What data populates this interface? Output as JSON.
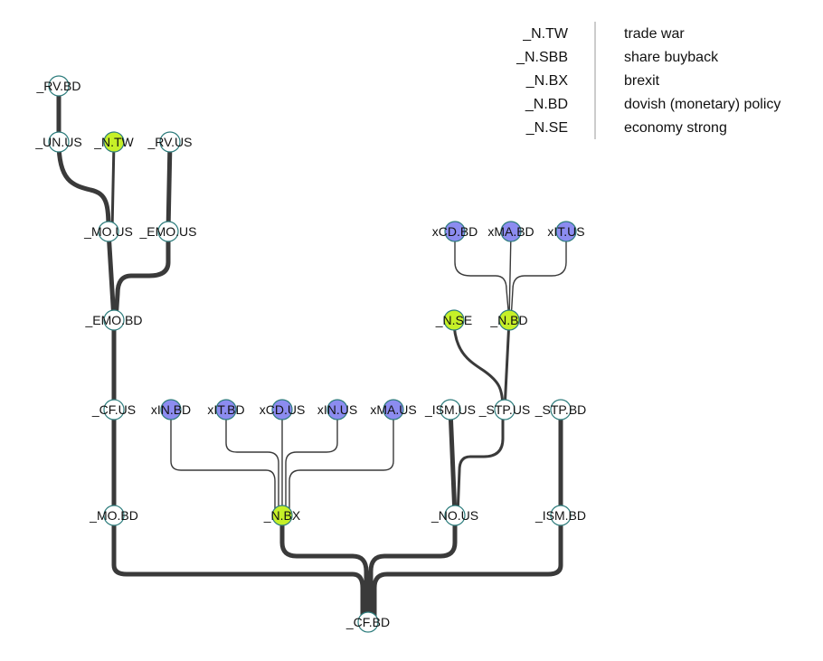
{
  "colors": {
    "edge": "#3a3a3a",
    "node_plain_fill": "#ffffff",
    "node_stroke": "#2e7d7d",
    "node_event_fill": "#c6f028",
    "node_x_fill": "#8c8cf0",
    "legend_rule": "#9a9a9a"
  },
  "legend": [
    {
      "code": "_N.TW",
      "meaning": "trade war"
    },
    {
      "code": "_N.SBB",
      "meaning": "share buyback"
    },
    {
      "code": "_N.BX",
      "meaning": "brexit"
    },
    {
      "code": "_N.BD",
      "meaning": "dovish (monetary) policy"
    },
    {
      "code": "_N.SE",
      "meaning": "economy strong"
    }
  ],
  "nodes": [
    {
      "id": "rv_bd",
      "label": "_RV.BD",
      "kind": "plain"
    },
    {
      "id": "un_us",
      "label": "_UN.US",
      "kind": "plain"
    },
    {
      "id": "n_tw",
      "label": "_N.TW",
      "kind": "event"
    },
    {
      "id": "rv_us",
      "label": "_RV.US",
      "kind": "plain"
    },
    {
      "id": "mo_us",
      "label": "_MO.US",
      "kind": "plain"
    },
    {
      "id": "emo_us",
      "label": "_EMO.US",
      "kind": "plain"
    },
    {
      "id": "emo_bd",
      "label": "_EMO.BD",
      "kind": "plain"
    },
    {
      "id": "xcd_bd",
      "label": "xCD.BD",
      "kind": "x"
    },
    {
      "id": "xma_bd",
      "label": "xMA.BD",
      "kind": "x"
    },
    {
      "id": "xit_us",
      "label": "xIT.US",
      "kind": "x"
    },
    {
      "id": "n_se",
      "label": "_N.SE",
      "kind": "event"
    },
    {
      "id": "n_bd",
      "label": "_N.BD",
      "kind": "event"
    },
    {
      "id": "cf_us",
      "label": "_CF.US",
      "kind": "plain"
    },
    {
      "id": "xin_bd",
      "label": "xIN.BD",
      "kind": "x"
    },
    {
      "id": "xit_bd",
      "label": "xIT.BD",
      "kind": "x"
    },
    {
      "id": "xcd_us",
      "label": "xCD.US",
      "kind": "x"
    },
    {
      "id": "xin_us",
      "label": "xIN.US",
      "kind": "x"
    },
    {
      "id": "xma_us",
      "label": "xMA.US",
      "kind": "x"
    },
    {
      "id": "ism_us",
      "label": "_ISM.US",
      "kind": "plain"
    },
    {
      "id": "stp_us",
      "label": "_STP.US",
      "kind": "plain"
    },
    {
      "id": "stp_bd",
      "label": "_STP.BD",
      "kind": "plain"
    },
    {
      "id": "mo_bd",
      "label": "_MO.BD",
      "kind": "plain"
    },
    {
      "id": "n_bx",
      "label": "_N.BX",
      "kind": "event"
    },
    {
      "id": "no_us",
      "label": "_NO.US",
      "kind": "plain"
    },
    {
      "id": "ism_bd",
      "label": "_ISM.BD",
      "kind": "plain"
    },
    {
      "id": "cf_bd",
      "label": "_CF.BD",
      "kind": "plain"
    }
  ],
  "edges": [
    {
      "from": "rv_bd",
      "to": "un_us",
      "weight": "heavy"
    },
    {
      "from": "un_us",
      "to": "mo_us",
      "weight": "heavy"
    },
    {
      "from": "n_tw",
      "to": "mo_us",
      "weight": "medium"
    },
    {
      "from": "rv_us",
      "to": "emo_us",
      "weight": "heavy"
    },
    {
      "from": "mo_us",
      "to": "emo_bd",
      "weight": "heavy"
    },
    {
      "from": "emo_us",
      "to": "emo_bd",
      "weight": "heavy"
    },
    {
      "from": "emo_bd",
      "to": "cf_us",
      "weight": "heavy"
    },
    {
      "from": "cf_us",
      "to": "mo_bd",
      "weight": "heavy"
    },
    {
      "from": "mo_bd",
      "to": "cf_bd",
      "weight": "heavy"
    },
    {
      "from": "xcd_bd",
      "to": "n_bd",
      "weight": "thin"
    },
    {
      "from": "xma_bd",
      "to": "n_bd",
      "weight": "thin"
    },
    {
      "from": "xit_us",
      "to": "n_bd",
      "weight": "thin"
    },
    {
      "from": "n_se",
      "to": "stp_us",
      "weight": "medium"
    },
    {
      "from": "n_bd",
      "to": "stp_us",
      "weight": "medium"
    },
    {
      "from": "xin_bd",
      "to": "n_bx",
      "weight": "thin"
    },
    {
      "from": "xit_bd",
      "to": "n_bx",
      "weight": "thin"
    },
    {
      "from": "xcd_us",
      "to": "n_bx",
      "weight": "thin"
    },
    {
      "from": "xin_us",
      "to": "n_bx",
      "weight": "thin"
    },
    {
      "from": "xma_us",
      "to": "n_bx",
      "weight": "thin"
    },
    {
      "from": "n_bx",
      "to": "cf_bd",
      "weight": "heavy"
    },
    {
      "from": "ism_us",
      "to": "no_us",
      "weight": "heavy"
    },
    {
      "from": "stp_us",
      "to": "no_us",
      "weight": "medium"
    },
    {
      "from": "no_us",
      "to": "cf_bd",
      "weight": "heavy"
    },
    {
      "from": "stp_bd",
      "to": "ism_bd",
      "weight": "heavy"
    },
    {
      "from": "ism_bd",
      "to": "cf_bd",
      "weight": "heavy"
    }
  ]
}
